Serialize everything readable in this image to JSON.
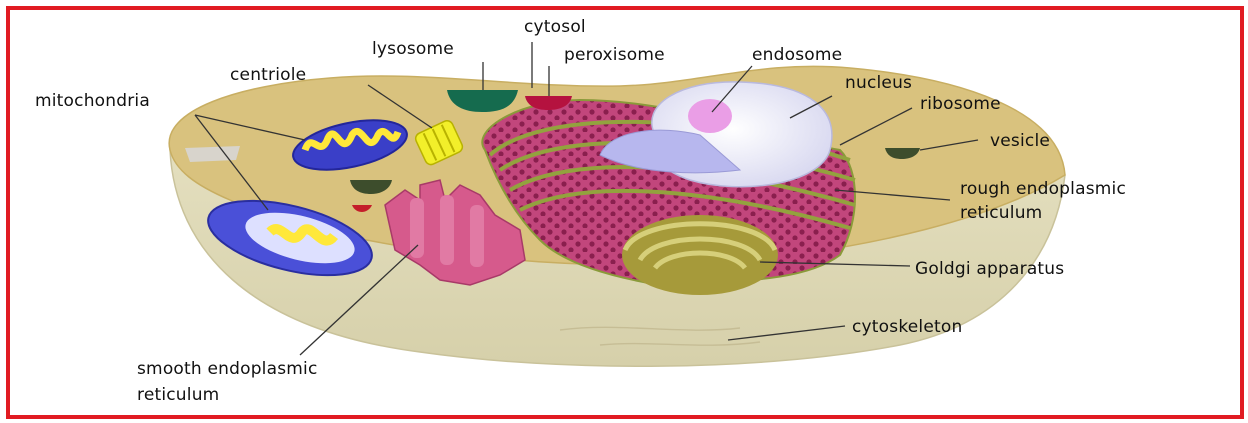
{
  "labels": {
    "mitochondria": "mitochondria",
    "centriole": "centriole",
    "lysosome": "lysosome",
    "cytosol": "cytosol",
    "peroxisome": "peroxisome",
    "endosome": "endosome",
    "nucleus": "nucleus",
    "ribosome": "ribosome",
    "vesicle": "vesicle",
    "rough_er_line1": "rough endoplasmic",
    "rough_er_line2": "reticulum",
    "golgi": "Goldgi apparatus",
    "cytoskeleton": "cytoskeleton",
    "smooth_er_line1": "smooth endoplasmic",
    "smooth_er_line2": "reticulum"
  },
  "colors": {
    "frame": "#e11b22",
    "cytoplasm": "#d9c27e",
    "cell_wall": "#ddd8b6",
    "mitochondria": "#3a3fc8",
    "golgi": "#a69a3a",
    "rough_er": "#c2467c",
    "nucleus": "#e6e6f6"
  }
}
